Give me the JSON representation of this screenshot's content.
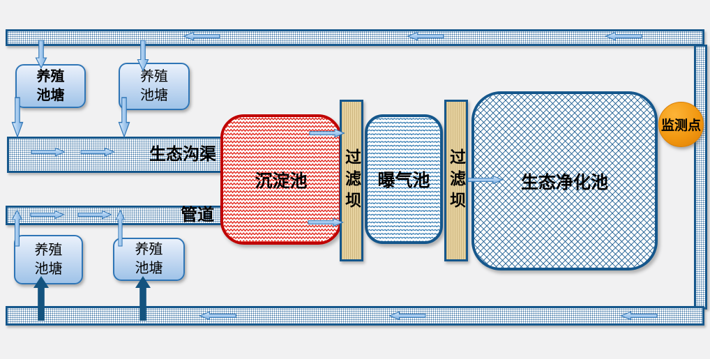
{
  "diagram": {
    "background_color": "#F1F1F2",
    "palette": {
      "channel_border_blue": "#15578C",
      "pond_border_blue": "#2E75B6",
      "sedimentation_red": "#C00000",
      "pattern_red": "#E1251B",
      "pattern_blue": "#1668A6",
      "filter_dam_tan": "#E7D3A1",
      "monitor_orange": "#F29811",
      "arrow_light_blue": "#A6CBEF"
    },
    "channels": {
      "ditch_label": "生态沟渠",
      "pipe_label": "管道"
    },
    "ponds": [
      {
        "label": "养殖池塘"
      },
      {
        "label": "养殖池塘"
      },
      {
        "label": "养殖池塘"
      },
      {
        "label": "养殖池塘"
      }
    ],
    "units": {
      "sedimentation": {
        "label": "沉淀池"
      },
      "filter_dams": [
        {
          "label": "过滤坝"
        },
        {
          "label": "过滤坝"
        }
      ],
      "aeration": {
        "label": "曝气池"
      },
      "purification": {
        "label": "生态净化池"
      },
      "monitor": {
        "label": "监测点"
      }
    }
  }
}
